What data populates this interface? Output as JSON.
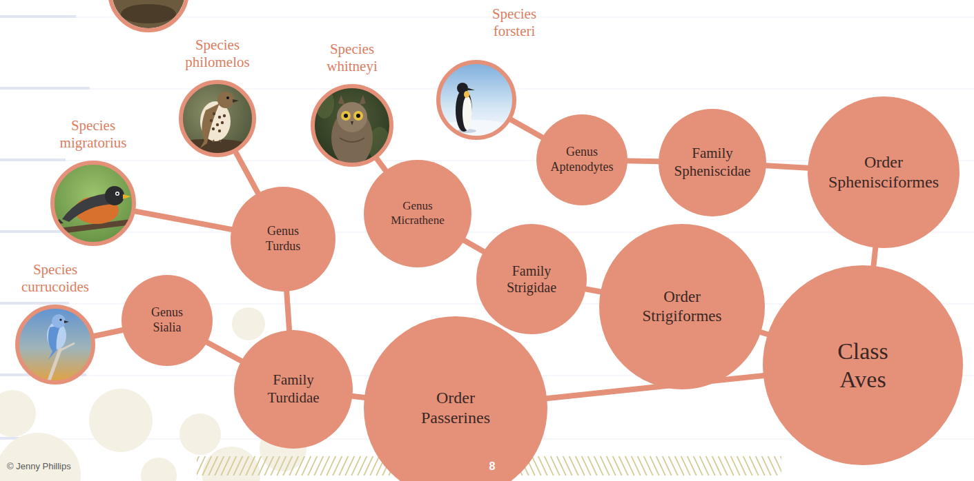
{
  "diagram": {
    "nodes": [
      {
        "text": [
          "Species forsteri"
        ]
      },
      {
        "text": [
          "Species philomelos"
        ]
      },
      {
        "text": [
          "Species whitneyi"
        ]
      },
      {
        "text": [
          "Species migratorius"
        ]
      },
      {
        "text": [
          "Genus Aptenodytes"
        ]
      },
      {
        "text": [
          "Family Spheniscidae"
        ]
      },
      {
        "text": [
          "Order Sphenisciformes"
        ]
      },
      {
        "text": [
          "Genus Micrathene"
        ]
      },
      {
        "text": [
          "Genus Turdus"
        ]
      },
      {
        "text": [
          "Family Strigidae"
        ]
      },
      {
        "text": [
          "Order Strigiformes"
        ]
      },
      {
        "text": [
          "Species currucoides"
        ]
      },
      {
        "text": [
          "Genus Sialia"
        ]
      },
      {
        "text": [
          "Family Turdidae"
        ]
      },
      {
        "text": [
          "Class Aves"
        ]
      },
      {
        "text": [
          "Order Passerines"
        ]
      }
    ],
    "edges": [
      {
        "from": 14,
        "to": 15,
        "arrow": "none"
      },
      {
        "from": 14,
        "to": 10,
        "arrow": "none"
      },
      {
        "from": 14,
        "to": 6,
        "arrow": "none"
      },
      {
        "from": 15,
        "to": 13,
        "arrow": "none"
      },
      {
        "from": 13,
        "to": 12,
        "arrow": "none"
      },
      {
        "from": 13,
        "to": 8,
        "arrow": "none"
      },
      {
        "from": 12,
        "to": 11,
        "arrow": "none"
      },
      {
        "from": 8,
        "to": 3,
        "arrow": "none"
      },
      {
        "from": 8,
        "to": 1,
        "arrow": "none"
      },
      {
        "from": 10,
        "to": 9,
        "arrow": "none"
      },
      {
        "from": 9,
        "to": 7,
        "arrow": "none"
      },
      {
        "from": 7,
        "to": 2,
        "arrow": "none"
      },
      {
        "from": 6,
        "to": 5,
        "arrow": "none"
      },
      {
        "from": 5,
        "to": 4,
        "arrow": "none"
      },
      {
        "from": 4,
        "to": 0,
        "arrow": "none"
      }
    ],
    "labels": [
      "© Jenny Phillips",
      "8"
    ]
  }
}
